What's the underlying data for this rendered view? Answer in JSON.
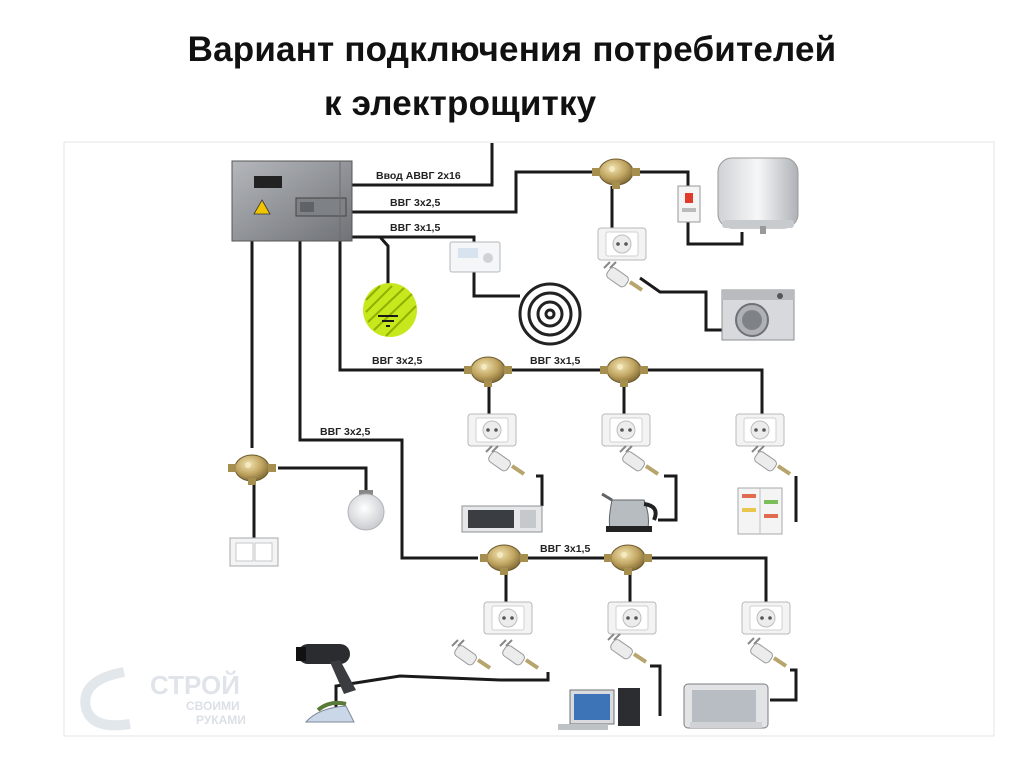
{
  "title": {
    "line1": "Вариант подключения потребителей",
    "line2": "к электрощитку"
  },
  "labels": {
    "input": "Ввод АВВГ 2х16",
    "heater_line": "ВВГ 3х2,5",
    "heating_line": "ВВГ 3х1,5",
    "kitchen_line": "ВВГ 3х2,5",
    "kitchen_branch": "ВВГ 3х1,5",
    "rooms_line": "ВВГ 3х2,5",
    "rooms_branch": "ВВГ 3х1,5"
  },
  "watermark": {
    "logo": "СТРОЙ",
    "line1": "СВОИМИ",
    "line2": "РУКАМИ"
  },
  "colors": {
    "wire": "#1a1a1a",
    "panel": "#8f9296",
    "junction_box": "#b8a266",
    "ground": "#c7e81c",
    "socket": "#f2f2f2"
  }
}
